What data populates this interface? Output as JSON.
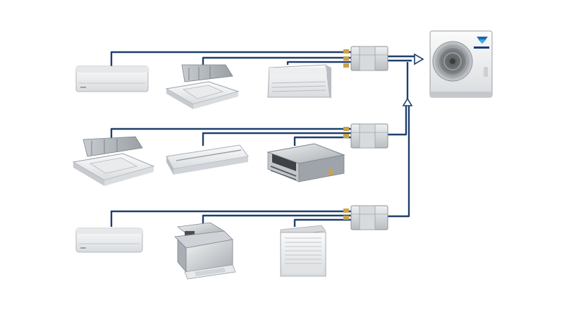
{
  "diagram": {
    "type": "vrf-multi-split-air-conditioning-system",
    "pipe_color": "#1f3f6e",
    "outdoor_unit": {
      "icon": "outdoor-condenser-unit",
      "brand_logo": "daikin-logo"
    },
    "branch_boxes": [
      {
        "icon": "branch-provider-box"
      },
      {
        "icon": "branch-provider-box"
      },
      {
        "icon": "branch-provider-box"
      }
    ],
    "indoor_units": [
      {
        "row": 1,
        "icon": "wall-mounted-unit"
      },
      {
        "row": 1,
        "icon": "4-way-cassette-unit"
      },
      {
        "row": 1,
        "icon": "ceiling-suspended-unit"
      },
      {
        "row": 2,
        "icon": "4-way-cassette-unit"
      },
      {
        "row": 2,
        "icon": "ceiling-suspended-unit"
      },
      {
        "row": 2,
        "icon": "slim-ducted-unit"
      },
      {
        "row": 3,
        "icon": "wall-mounted-unit"
      },
      {
        "row": 3,
        "icon": "concealed-ducted-unit"
      },
      {
        "row": 3,
        "icon": "floor-standing-unit"
      }
    ]
  }
}
